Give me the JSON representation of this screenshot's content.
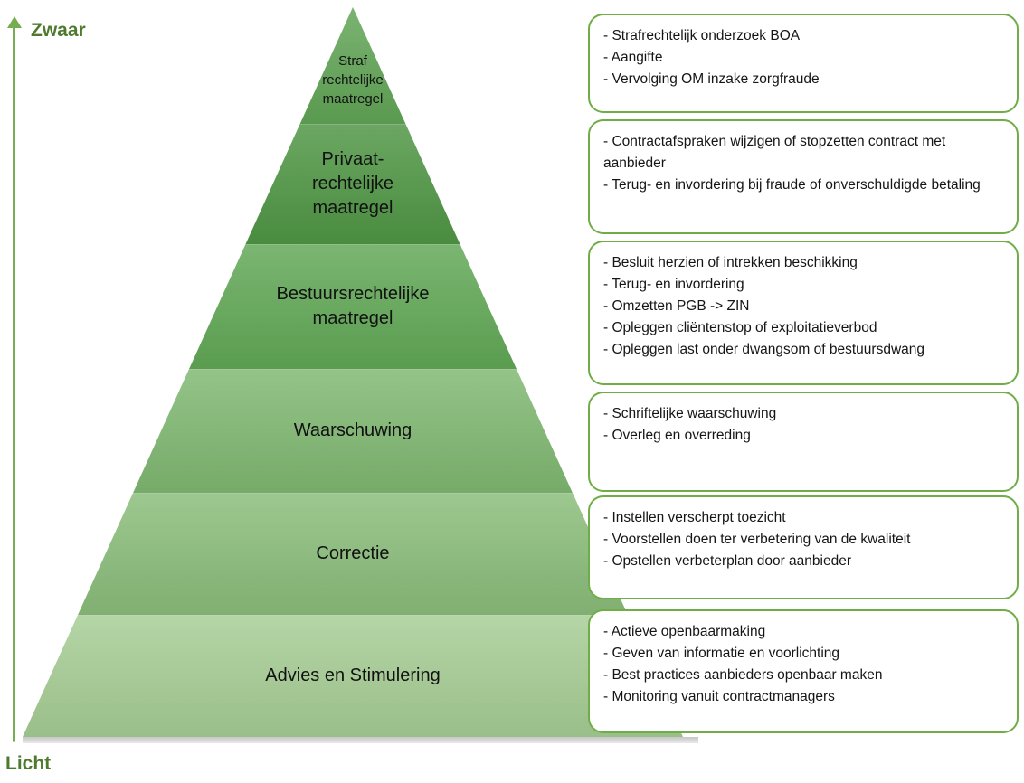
{
  "axis": {
    "top_label": "Zwaar",
    "bottom_label": "Licht"
  },
  "pyramid": {
    "levels": [
      {
        "label": "Straf\nrechtelijke\nmaatregel"
      },
      {
        "label": "Privaat-\nrechtelijke\nmaatregel"
      },
      {
        "label": "Bestuursrechtelijke\nmaatregel"
      },
      {
        "label": "Waarschuwing"
      },
      {
        "label": "Correctie"
      },
      {
        "label": "Advies en Stimulering"
      }
    ]
  },
  "boxes": [
    {
      "items": [
        "- Strafrechtelijk onderzoek BOA",
        "- Aangifte",
        "- Vervolging OM inzake zorgfraude"
      ]
    },
    {
      "items": [
        "- Contractafspraken wijzigen of stopzetten contract met aanbieder",
        "- Terug- en invordering bij fraude of onverschuldigde betaling"
      ]
    },
    {
      "items": [
        "- Besluit herzien of intrekken beschikking",
        "- Terug- en invordering",
        "- Omzetten PGB -> ZIN",
        "- Opleggen cliëntenstop of exploitatieverbod",
        "- Opleggen last onder dwangsom of bestuursdwang"
      ]
    },
    {
      "items": [
        "- Schriftelijke waarschuwing",
        "- Overleg en overreding"
      ]
    },
    {
      "items": [
        "- Instellen verscherpt toezicht",
        "- Voorstellen doen ter verbetering van de kwaliteit",
        "- Opstellen verbeterplan door aanbieder"
      ]
    },
    {
      "items": [
        "- Actieve openbaarmaking",
        "- Geven van informatie en voorlichting",
        "- Best practices aanbieders openbaar maken",
        "- Monitoring vanuit contractmanagers"
      ]
    }
  ],
  "colors": {
    "accent_border": "#70ad47",
    "axis_label": "#4f7a2e",
    "axis_arrow": "#76ad50",
    "levels": [
      "#61a556",
      "#4f9644",
      "#61a856",
      "#7fb871",
      "#8abd7a",
      "#a6cd94"
    ]
  }
}
